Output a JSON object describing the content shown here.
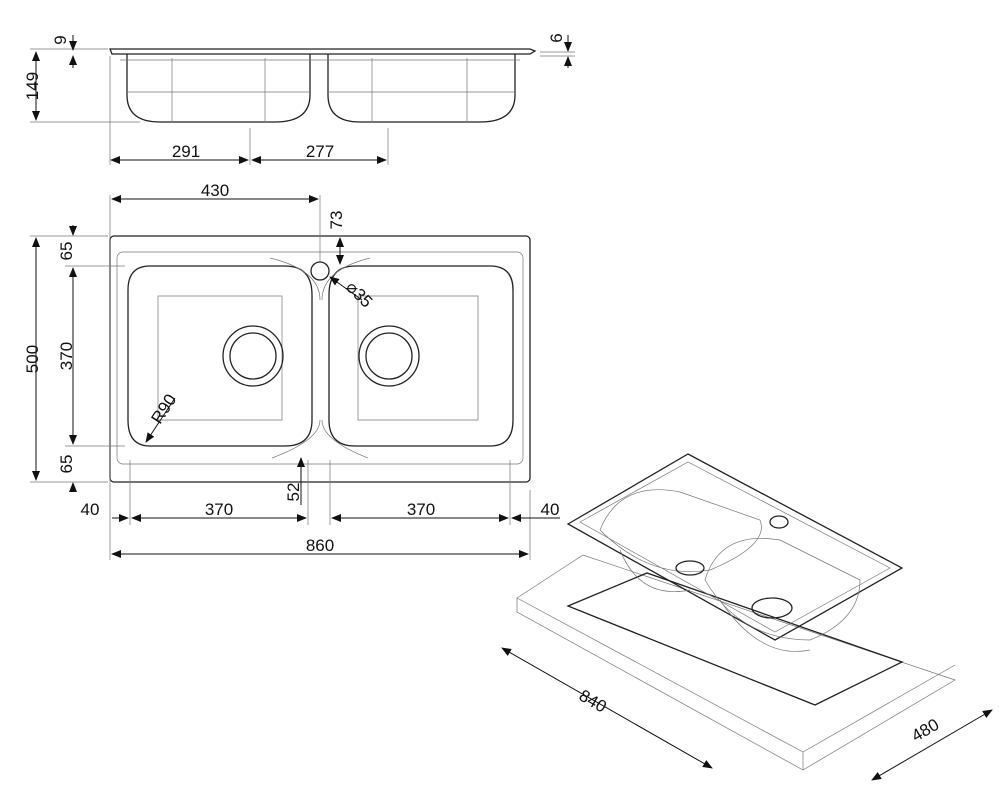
{
  "side_view": {
    "height": "149",
    "lip_left": "9",
    "lip_right": "6",
    "bowl_left_width": "291",
    "bowl_right_width": "277"
  },
  "top_view": {
    "tap_offset": "430",
    "tap_depth": "73",
    "tap_hole": "⌀35",
    "total_depth": "500",
    "front_margin_top": "65",
    "bowl_depth": "370",
    "front_margin_bottom": "65",
    "radius": "R90",
    "drain_offset": "52",
    "margin_left": "40",
    "bowl_left": "370",
    "bowl_right": "370",
    "margin_right": "40",
    "total_width": "860"
  },
  "cutout": {
    "width": "840",
    "depth": "480"
  },
  "colors": {
    "line": "#222222",
    "thin": "#777777",
    "background": "#ffffff"
  }
}
